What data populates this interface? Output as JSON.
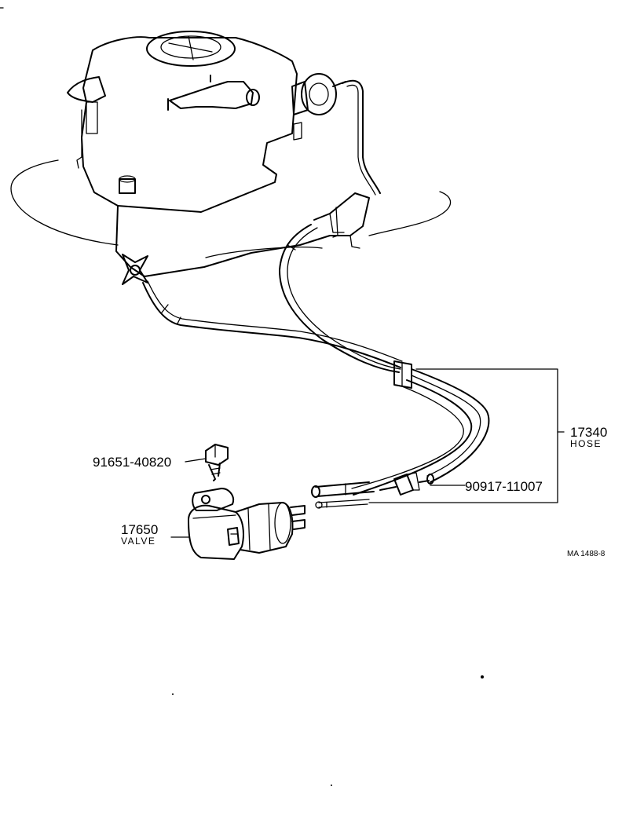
{
  "parts": [
    {
      "id": "hose",
      "number": "17340",
      "name": "HOSE"
    },
    {
      "id": "valve",
      "number": "17650",
      "name": "VALVE"
    },
    {
      "id": "bolt",
      "number": "91651-40820"
    },
    {
      "id": "check",
      "number": "90917-11007"
    }
  ],
  "reference": "MA 1488-8"
}
